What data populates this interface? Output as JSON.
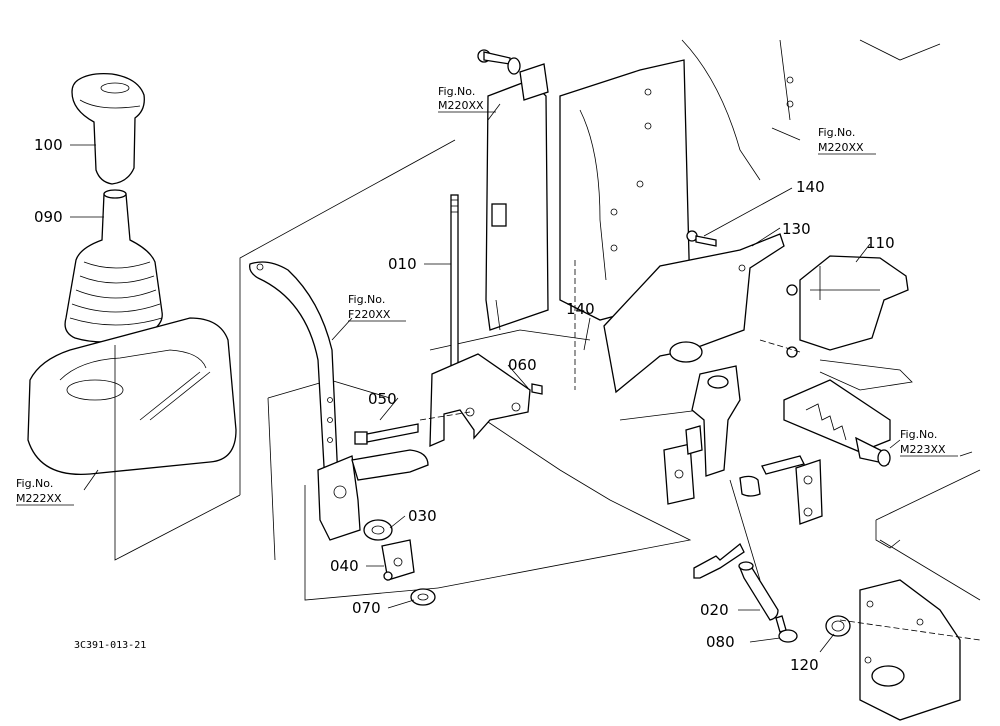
{
  "parts": {
    "p010": "010",
    "p020": "020",
    "p030": "030",
    "p040": "040",
    "p050": "050",
    "p060": "060",
    "p070": "070",
    "p080": "080",
    "p090": "090",
    "p100": "100",
    "p110": "110",
    "p120": "120",
    "p130": "130",
    "p140a": "140",
    "p140b": "140"
  },
  "refs": {
    "r1": {
      "line1": "Fig.No.",
      "line2": "M220XX"
    },
    "r2": {
      "line1": "Fig.No.",
      "line2": "M220XX"
    },
    "r3": {
      "line1": "Fig.No.",
      "line2": "F220XX"
    },
    "r4": {
      "line1": "Fig.No.",
      "line2": "M222XX"
    },
    "r5": {
      "line1": "Fig.No.",
      "line2": "M223XX"
    }
  },
  "drawing_code": "3C391-013-21"
}
